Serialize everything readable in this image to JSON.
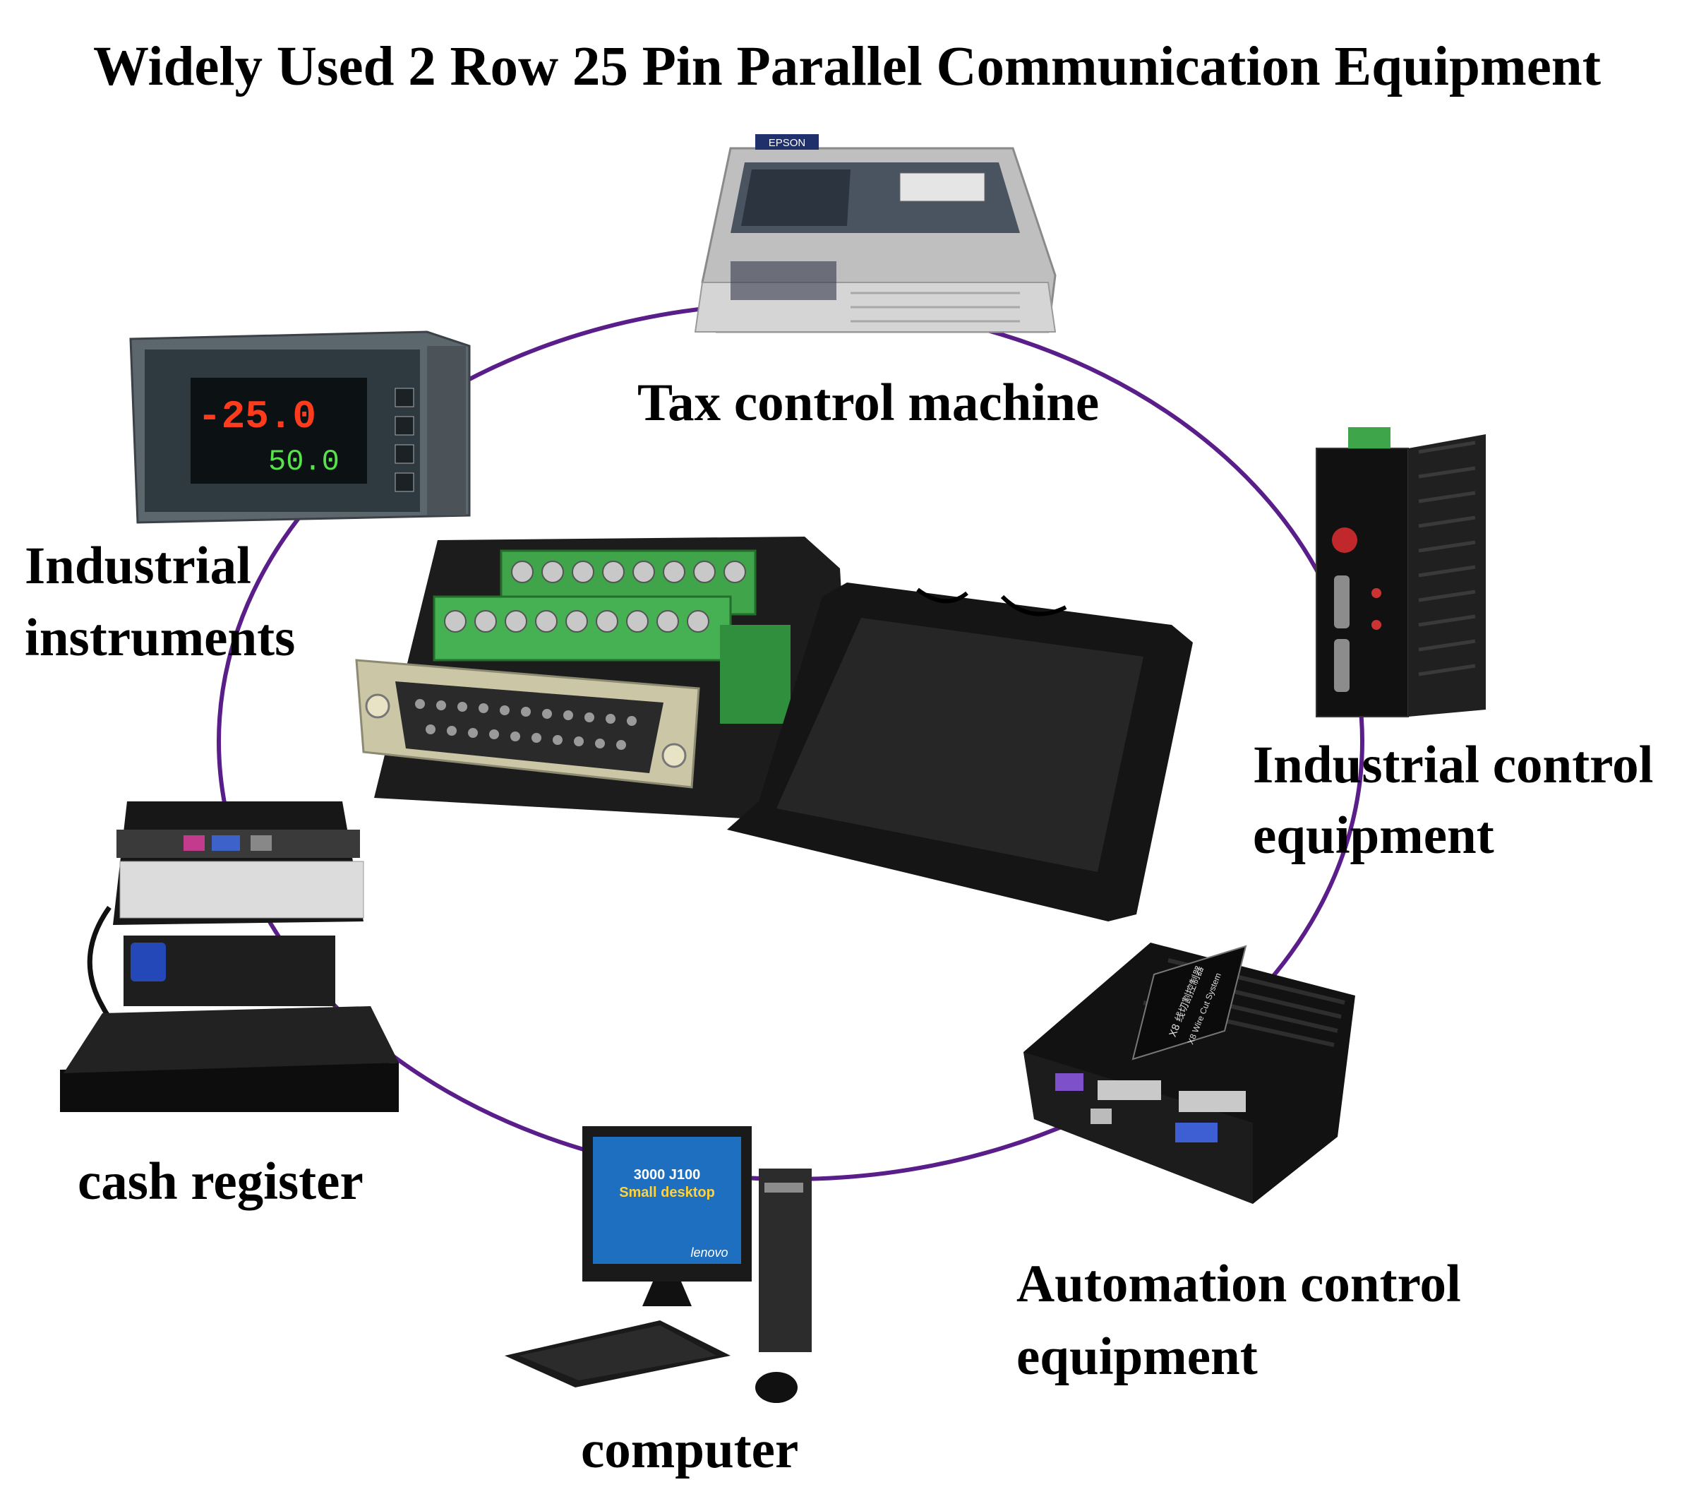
{
  "title": "Widely Used 2 Row 25 Pin Parallel Communication Equipment",
  "colors": {
    "ring": "#5a1e8a",
    "terminal_green": "#3fa44a",
    "housing_black": "#1c1c1c",
    "metal_silver": "#c9c9c9"
  },
  "labels": {
    "tax": "Tax control machine",
    "industrial_instruments": [
      "Industrial",
      "instruments"
    ],
    "industrial_control": [
      "Industrial control",
      "equipment"
    ],
    "cash_register": "cash register",
    "automation": [
      "Automation control",
      "equipment"
    ],
    "computer": "computer"
  },
  "devices": {
    "printer_brand": "EPSON",
    "meter_display_pv": "-25.0",
    "meter_display_sv": "50.0",
    "monitor_text": [
      "3000 J100",
      "Small desktop"
    ],
    "monitor_brand": "lenovo",
    "wirecut_label": [
      "X8 线切割控制器",
      "X8 Wire Cut System"
    ]
  }
}
